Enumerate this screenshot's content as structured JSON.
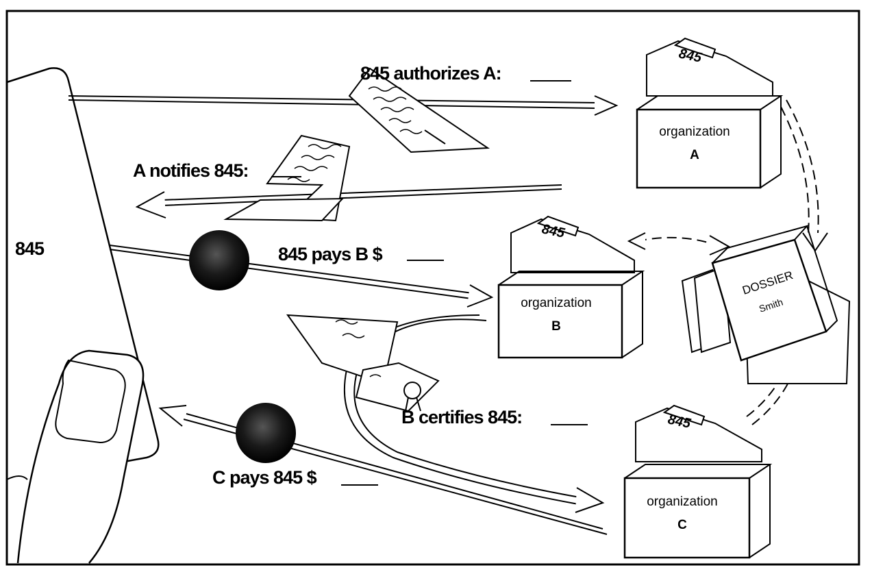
{
  "card": {
    "label": "845"
  },
  "messages": {
    "authorizes": "845 authorizes A:",
    "notifies": "A notifies 845:",
    "pays_b": "845 pays B $",
    "certifies": "B certifies 845:",
    "c_pays": "C pays 845 $"
  },
  "organizations": [
    {
      "tab": "845",
      "label": "organization",
      "letter": "A"
    },
    {
      "tab": "845",
      "label": "organization",
      "letter": "B"
    },
    {
      "tab": "845",
      "label": "organization",
      "letter": "C"
    }
  ],
  "dossier": {
    "title": "DOSSIER",
    "name": "Smith"
  }
}
